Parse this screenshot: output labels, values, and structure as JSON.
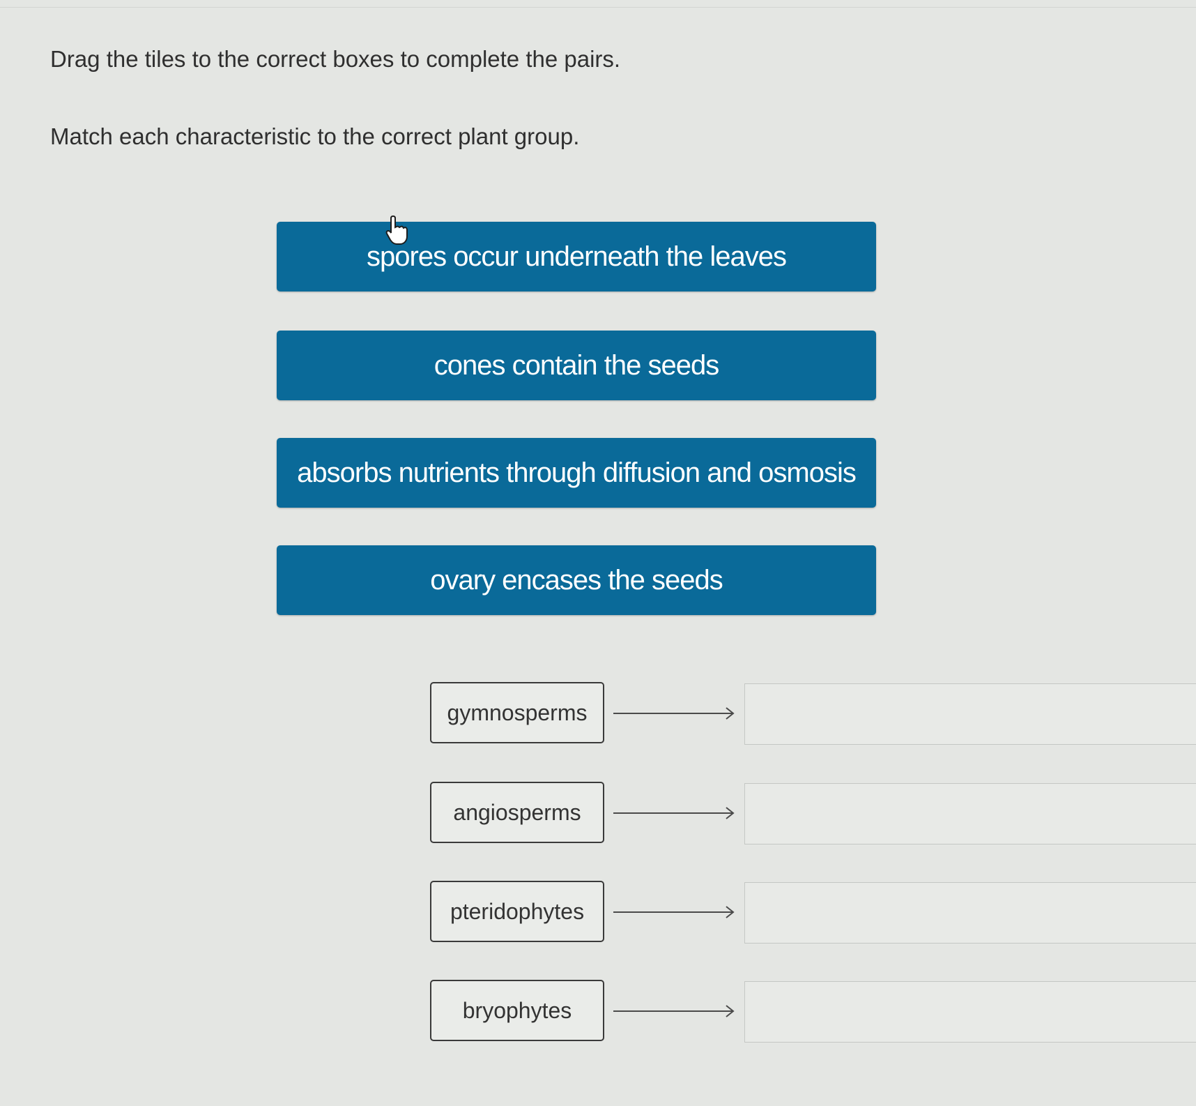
{
  "instructions": {
    "line1": "Drag the tiles to the correct boxes to complete the pairs.",
    "line2": "Match each characteristic to the correct plant group."
  },
  "tiles": [
    {
      "label": "spores occur underneath the leaves"
    },
    {
      "label": "cones contain the seeds"
    },
    {
      "label": "absorbs nutrients through diffusion and osmosis"
    },
    {
      "label": "ovary encases the seeds"
    }
  ],
  "pairs": [
    {
      "group": "gymnosperms",
      "answer": ""
    },
    {
      "group": "angiosperms",
      "answer": ""
    },
    {
      "group": "pteridophytes",
      "answer": ""
    },
    {
      "group": "bryophytes",
      "answer": ""
    }
  ],
  "colors": {
    "tile_background": "#0a6a99",
    "tile_text": "#ffffff",
    "page_background": "#e4e6e3"
  },
  "icons": {
    "cursor": "hand-pointer-icon",
    "connector": "arrow-right-icon"
  }
}
